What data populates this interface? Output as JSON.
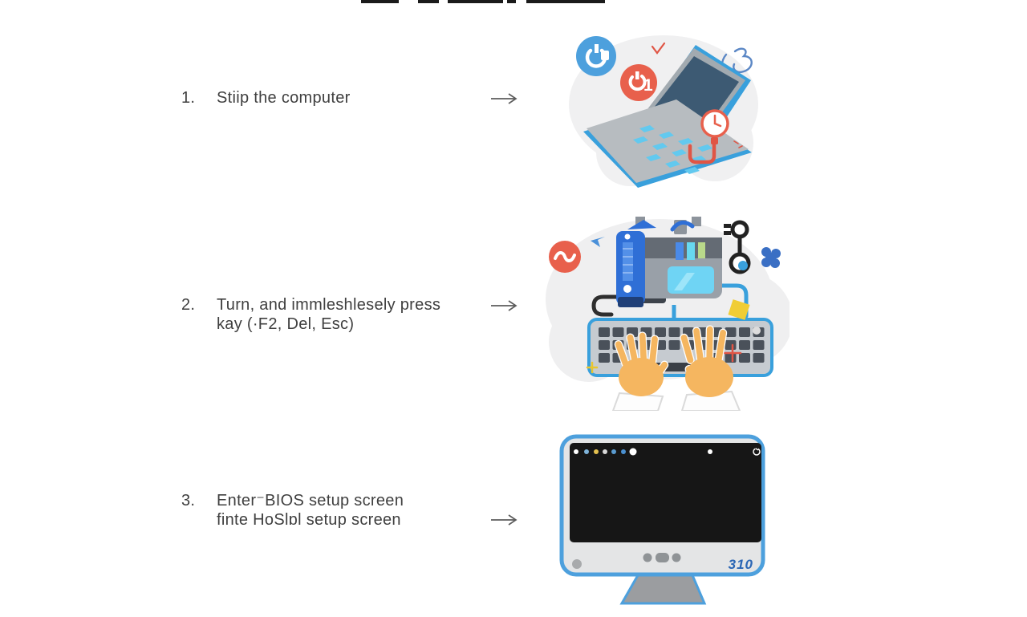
{
  "steps": [
    {
      "number": "1.",
      "lines": [
        "Stiip the computer"
      ]
    },
    {
      "number": "2.",
      "lines": [
        "Turn, and immleshlesely press",
        "kay (·F2, Del, Esc)"
      ]
    },
    {
      "number": "3.",
      "lines": [
        "Enter⁻BIOS setup screen",
        "finte HoSlɒl setup screen"
      ]
    }
  ],
  "illustrations": {
    "laptop": {
      "icon": "laptop-powering-on-icon",
      "power_badge_text": "1"
    },
    "keyboard": {
      "icon": "hands-typing-keyboard-icon"
    },
    "monitor": {
      "icon": "bios-monitor-icon",
      "label": "310"
    }
  },
  "colors": {
    "ink": "#3f3f3f",
    "accent_blue": "#4da0dd",
    "accent_red": "#e8604c",
    "accent_yellow": "#f0cd35",
    "laptop_screen": "#3d5a73",
    "monitor_screen": "#161616",
    "blob_gray": "#f0f0f1",
    "label_blue": "#2b66b5"
  }
}
